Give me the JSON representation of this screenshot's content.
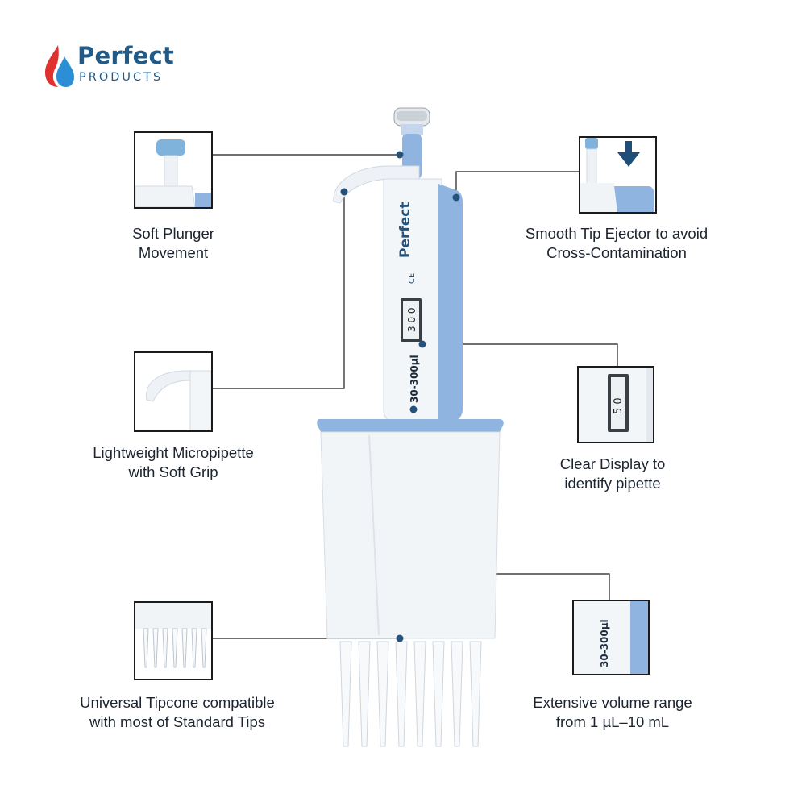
{
  "brand": {
    "name": "Perfect",
    "tagline": "PRODUCTS",
    "colors": {
      "flame_red": "#e0312f",
      "flame_blue": "#2b8fd6",
      "text": "#1f5a88"
    }
  },
  "pipette": {
    "body_brand": "Perfect",
    "ce_mark": "CE",
    "display_value": "3 0 0",
    "volume_label": "30-300µl",
    "colors": {
      "accent": "#8fb4e0",
      "body": "#eef2f6",
      "dot": "#24527a"
    }
  },
  "features": {
    "plunger": {
      "line1": "Soft Plunger",
      "line2": "Movement",
      "icon": "plunger-closeup"
    },
    "ejector": {
      "line1": "Smooth Tip Ejector to avoid",
      "line2": "Cross-Contamination",
      "icon": "arrow-down-icon"
    },
    "grip": {
      "line1": "Lightweight Micropipette",
      "line2": "with Soft Grip",
      "icon": "hook-closeup"
    },
    "display": {
      "line1": "Clear Display to",
      "line2": "identify pipette",
      "value": "5 0"
    },
    "tipcone": {
      "line1": "Universal Tipcone compatible",
      "line2": "with most of Standard Tips",
      "icon": "tips-closeup"
    },
    "range": {
      "line1": "Extensive volume range",
      "line2": "from 1 µL–10 mL",
      "value": "30-300µl"
    }
  }
}
